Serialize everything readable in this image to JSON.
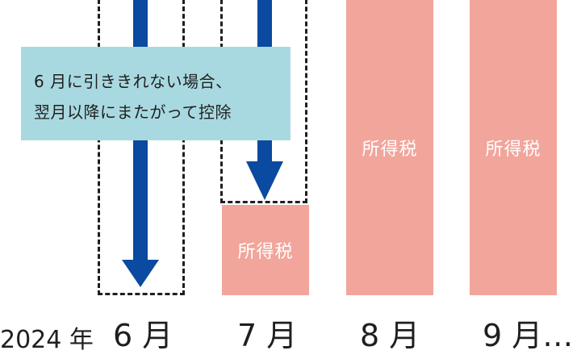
{
  "callout": {
    "line1": "6 月に引ききれない場合、",
    "line2": "翌月以降にまたがって控除"
  },
  "bars": {
    "label": "所得税"
  },
  "axis": {
    "year": "2024 年",
    "months": [
      "6 月",
      "7 月",
      "8 月",
      "9 月…"
    ]
  },
  "colors": {
    "bar": "#f2a59b",
    "arrow": "#0a4aa0",
    "callout_bg": "#a9d9e0",
    "dash_border": "#1f1f1f"
  },
  "icons": [
    "arrow-down-icon",
    "arrow-down-icon"
  ]
}
